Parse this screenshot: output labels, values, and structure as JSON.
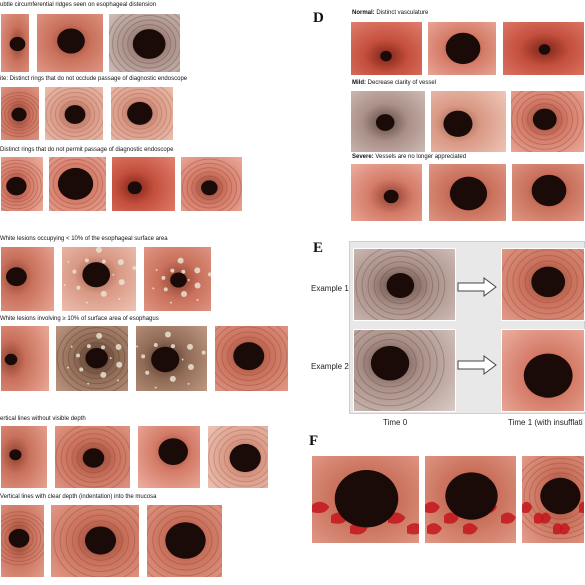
{
  "panelA": {
    "rows": [
      {
        "text": "ubtle circumferential ridges seen on esophageal distension",
        "count": 3
      },
      {
        "text": "ite: Distinct rings that do not occlude passage of diagnostic endoscope",
        "count": 3
      },
      {
        "text": " Distinct rings that do not permit passage of diagnostic endoscope",
        "count": 4
      }
    ]
  },
  "panelB": {
    "rows": [
      {
        "text": "White lesions occupying < 10% of the esophageal surface area",
        "count": 3
      },
      {
        "text": "White lesions involving ≥ 10% of surface area of esophagus",
        "count": 4
      }
    ]
  },
  "panelC": {
    "rows": [
      {
        "text": "ertical lines without visible depth",
        "count": 4
      },
      {
        "text": "Vertical lines with clear depth (indentation) into the mucosa",
        "count": 3
      }
    ]
  },
  "panelD": {
    "letter": "D",
    "rows": [
      {
        "bold": "Normal:",
        "text": " Distinct vasculature"
      },
      {
        "bold": "Mild:",
        "text": " Decrease clarity of vessel"
      },
      {
        "bold": "Severe:",
        "text": " Vessels are no longer appreciated"
      }
    ]
  },
  "panelE": {
    "letter": "E",
    "example1": "Example 1",
    "example2": "Example 2",
    "time0": "Time 0",
    "time1": "Time 1 (with insufflati"
  },
  "panelF": {
    "letter": "F"
  },
  "colors": {
    "mucosa": "#d9826f",
    "mucosa_light": "#efb3a0",
    "lumen": "#1a0a08",
    "white_lesion": "#e9e2d2",
    "blood": "#c4161c"
  }
}
